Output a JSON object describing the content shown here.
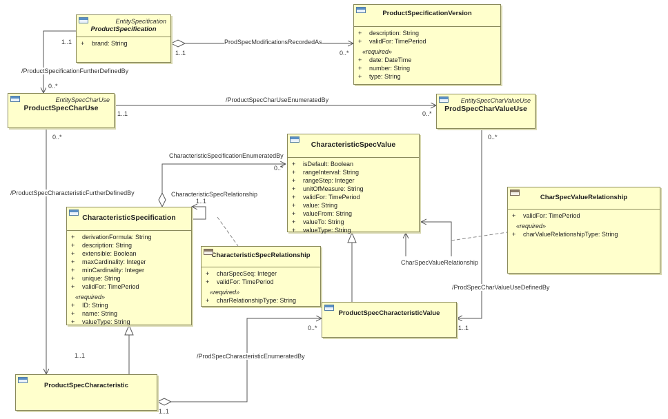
{
  "classes": {
    "product_specification": {
      "stereotype": "EntitySpecification",
      "name": "ProductSpecification",
      "attributes": [
        {
          "vis": "+",
          "text": "brand: String"
        }
      ]
    },
    "product_specification_version": {
      "name": "ProductSpecificationVersion",
      "attributes": [
        {
          "vis": "+",
          "text": "description: String"
        },
        {
          "vis": "+",
          "text": "validFor: TimePeriod"
        }
      ],
      "required_label": "«required»",
      "required": [
        {
          "vis": "+",
          "text": "date: DateTime"
        },
        {
          "vis": "+",
          "text": "number: String"
        },
        {
          "vis": "+",
          "text": "type: String"
        }
      ]
    },
    "product_spec_char_use": {
      "stereotype": "EntitySpecCharUse",
      "name": "ProductSpecCharUse"
    },
    "prod_spec_char_value_use": {
      "stereotype": "EntitySpecCharValueUse",
      "name": "ProdSpecCharValueUse"
    },
    "characteristic_spec_value": {
      "name": "CharacteristicSpecValue",
      "attributes": [
        {
          "vis": "+",
          "text": "isDefault: Boolean"
        },
        {
          "vis": "+",
          "text": "rangeInterval: String"
        },
        {
          "vis": "+",
          "text": "rangeStep: Integer"
        },
        {
          "vis": "+",
          "text": "unitOfMeasure: String"
        },
        {
          "vis": "+",
          "text": "validFor: TimePeriod"
        },
        {
          "vis": "+",
          "text": "value: String"
        },
        {
          "vis": "+",
          "text": "valueFrom: String"
        },
        {
          "vis": "+",
          "text": "valueTo: String"
        },
        {
          "vis": "+",
          "text": "valueType: String"
        }
      ]
    },
    "characteristic_specification": {
      "name": "CharacteristicSpecification",
      "attributes": [
        {
          "vis": "+",
          "text": "derivationFormula: String"
        },
        {
          "vis": "+",
          "text": "description: String"
        },
        {
          "vis": "+",
          "text": "extensible: Boolean"
        },
        {
          "vis": "+",
          "text": "maxCardinality: Integer"
        },
        {
          "vis": "+",
          "text": "minCardinality: Integer"
        },
        {
          "vis": "+",
          "text": "unique: String"
        },
        {
          "vis": "+",
          "text": "validFor: TimePeriod"
        }
      ],
      "required_label": "«required»",
      "required": [
        {
          "vis": "+",
          "text": "ID: String"
        },
        {
          "vis": "+",
          "text": "name: String"
        },
        {
          "vis": "+",
          "text": "valueType: String"
        }
      ]
    },
    "characteristic_spec_relationship": {
      "name": "CharacteristicSpecRelationship",
      "attributes": [
        {
          "vis": "+",
          "text": "charSpecSeq: Integer"
        },
        {
          "vis": "+",
          "text": "validFor: TimePeriod"
        }
      ],
      "required_label": "«required»",
      "required": [
        {
          "vis": "+",
          "text": "charRelationshipType: String"
        }
      ]
    },
    "char_spec_value_relationship": {
      "name": "CharSpecValueRelationship",
      "attributes": [
        {
          "vis": "+",
          "text": "validFor: TimePeriod"
        }
      ],
      "required_label": "«required»",
      "required": [
        {
          "vis": "+",
          "text": "charValueRelationshipType: String"
        }
      ]
    },
    "product_spec_characteristic_value": {
      "name": "ProductSpecCharacteristicValue"
    },
    "product_spec_characteristic": {
      "name": "ProductSpecCharacteristic"
    }
  },
  "associations": {
    "prod_spec_modifications": {
      "label": "ProdSpecModificationsRecordedAs",
      "m_source": "1..1",
      "m_target": "0..*"
    },
    "spec_further_defined": {
      "label": "/ProductSpecificationFurtherDefinedBy",
      "m_source": "1..1",
      "m_target": "0..*"
    },
    "char_use_enumerated": {
      "label": "/ProductSpecCharUseEnumeratedBy",
      "m_source": "1..1",
      "m_target": "0..*"
    },
    "char_spec_enumerated": {
      "label": "CharacteristicSpecificationEnumeratedBy",
      "m_target": "0..*"
    },
    "char_spec_relationship": {
      "label": "CharacteristicSpecRelationship",
      "m_source": "1..1"
    },
    "characteristic_further_defined": {
      "label": "/ProductSpecCharacteristicFurtherDefinedBy",
      "m_source": "0..*",
      "m_target": "1..1"
    },
    "char_value_use_to_value": {
      "m_source": "0..*"
    },
    "char_spec_value_relationship": {
      "label": "CharSpecValueRelationship"
    },
    "char_value_use_defined": {
      "label": "/ProdSpecCharValueUseDefinedBy",
      "m_target": "1..1"
    },
    "characteristic_enumerated": {
      "label": "/ProdSpecCharacteristicEnumeratedBy",
      "m_source": "1..1",
      "m_target": "0..*"
    }
  },
  "colors": {
    "class_fill": "#ffffcc",
    "class_border": "#8a8a5a",
    "line": "#555555",
    "dashed": "#888888"
  }
}
